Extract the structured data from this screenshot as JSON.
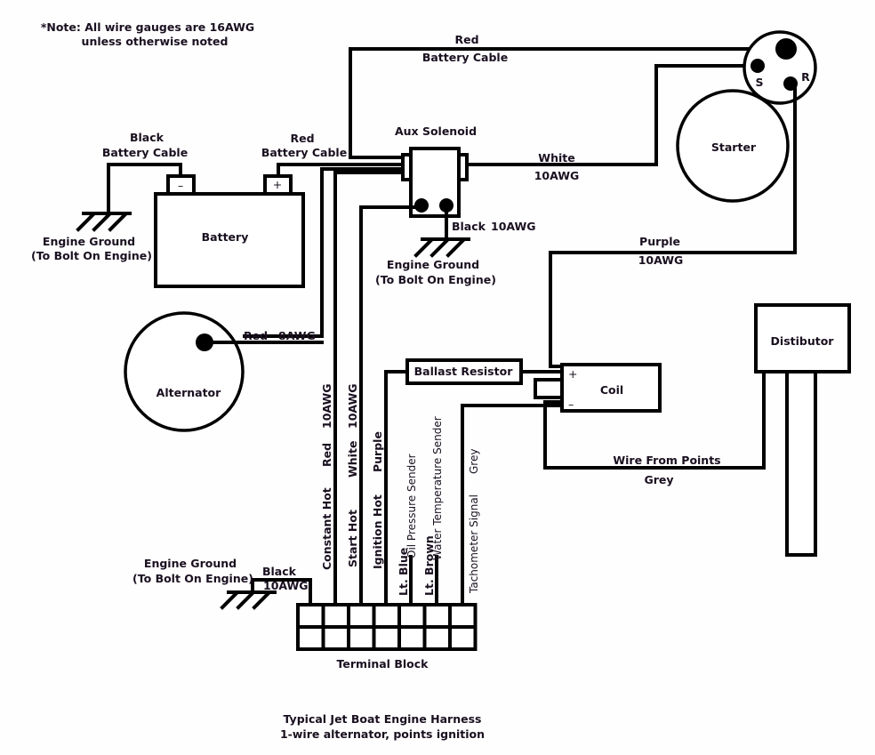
{
  "title": "Typical Jet Boat Engine Harness",
  "subtitle": "1-wire alternator, points ignition",
  "note": {
    "line1": "*Note: All wire gauges are 16AWG",
    "line2": "unless otherwise noted"
  },
  "components": {
    "battery": {
      "label": "Battery",
      "neg_symbol": "–",
      "pos_symbol": "+"
    },
    "aux_solenoid": {
      "label": "Aux Solenoid"
    },
    "starter": {
      "label": "Starter",
      "terminal_s": "S",
      "terminal_r": "R"
    },
    "alternator": {
      "label": "Alternator"
    },
    "ballast_resistor": {
      "label": "Ballast Resistor"
    },
    "coil": {
      "label": "Coil",
      "pos_symbol": "+",
      "neg_symbol": "–"
    },
    "distributor": {
      "label": "Distibutor"
    },
    "terminal_block": {
      "label": "Terminal Block",
      "columns": 7,
      "rows": 2
    }
  },
  "grounds": {
    "battery_ground": {
      "line1": "Engine Ground",
      "line2": "(To Bolt On Engine)"
    },
    "solenoid_ground": {
      "line1": "Engine Ground",
      "line2": "(To Bolt On Engine)"
    },
    "block_ground": {
      "line1": "Engine Ground",
      "line2": "(To Bolt On Engine)"
    }
  },
  "wires": {
    "black_battery_cable": {
      "color": "Black",
      "desc": "Battery Cable"
    },
    "red_battery_cable_batt": {
      "color": "Red",
      "desc": "Battery Cable"
    },
    "red_battery_cable_starter": {
      "color": "Red",
      "desc": "Battery Cable"
    },
    "white_starter": {
      "color": "White",
      "gauge": "10AWG"
    },
    "black_solenoid_ground": {
      "color": "Black",
      "gauge": "10AWG"
    },
    "purple_starter": {
      "color": "Purple",
      "gauge": "10AWG"
    },
    "red_alternator": {
      "color": "Red",
      "gauge": "8AWG"
    },
    "constant_hot": {
      "function": "Constant Hot",
      "color": "Red",
      "gauge": "10AWG"
    },
    "start_hot": {
      "function": "Start Hot",
      "color": "White",
      "gauge": "10AWG"
    },
    "ignition_hot": {
      "function": "Ignition Hot",
      "color": "Purple"
    },
    "oil_pressure": {
      "function": "Oil Pressure Sender",
      "color": "Lt. Blue"
    },
    "water_temp": {
      "function": "Water Temperature Sender",
      "color": "Lt. Brown"
    },
    "tachometer": {
      "function": "Tachometer Signal",
      "color": "Grey"
    },
    "points_wire": {
      "function": "Wire From Points",
      "color": "Grey"
    },
    "block_ground_wire": {
      "color": "Black",
      "gauge": "10AWG"
    }
  }
}
